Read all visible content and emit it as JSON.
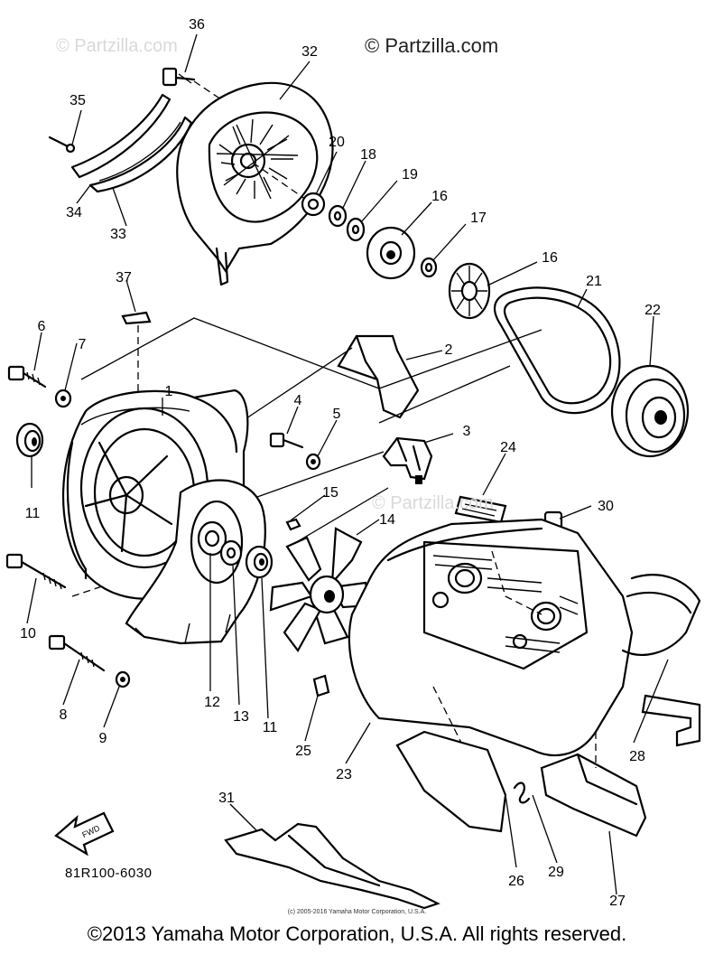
{
  "watermark": {
    "main": "© Partzilla.com",
    "faint": "© Partzilla.com"
  },
  "part_labels": [
    "1",
    "2",
    "3",
    "4",
    "5",
    "6",
    "7",
    "8",
    "9",
    "10",
    "11",
    "11",
    "11",
    "12",
    "13",
    "14",
    "15",
    "16",
    "16",
    "17",
    "18",
    "19",
    "20",
    "21",
    "22",
    "23",
    "24",
    "25",
    "26",
    "27",
    "28",
    "29",
    "30",
    "31",
    "32",
    "33",
    "34",
    "35",
    "36",
    "37"
  ],
  "fwd_label": "FWD",
  "diagram_code": "81R100-6030",
  "small_copyright": "(c) 2005-2016 Yamaha Motor Corporation, U.S.A.",
  "copyright": "©2013 Yamaha Motor Corporation, U.S.A. All rights reserved."
}
